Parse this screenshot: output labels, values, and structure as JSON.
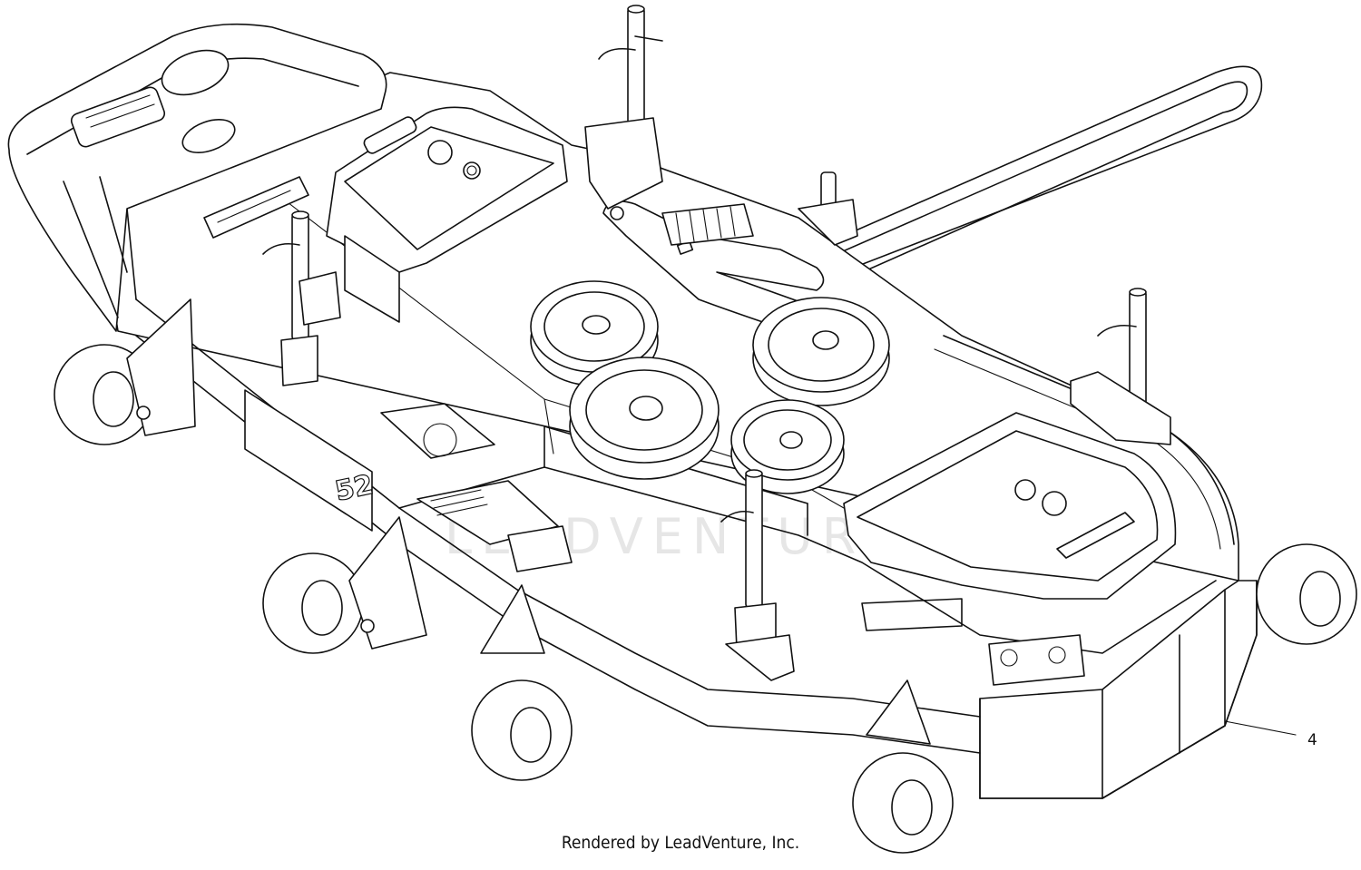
{
  "diagram": {
    "callouts": [
      {
        "number": "4"
      }
    ],
    "deck_size_marking": "52",
    "watermark_text": "LEADVENTURE",
    "credit": "Rendered by LeadVenture, Inc."
  }
}
